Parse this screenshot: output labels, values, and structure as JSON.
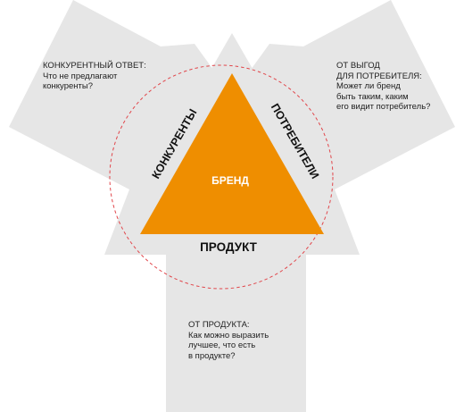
{
  "colors": {
    "arrow_fill": "#e6e6e6",
    "triangle_fill": "#ef8e00",
    "circle_stroke": "#e1464b",
    "text": "#222222",
    "brand_text": "#ffffff"
  },
  "diagram": {
    "center_label": "БРЕНД",
    "side_left_label": "КОНКУРЕНТЫ",
    "side_right_label": "ПОТРЕБИТЕЛИ",
    "side_bottom_label": "ПРОДУКТ"
  },
  "notes": {
    "competitor": {
      "lines": [
        "КОНКУРЕНТНЫЙ ОТВЕТ:",
        "Что не предлагают",
        "конкуренты?"
      ]
    },
    "consumer": {
      "lines": [
        "ОТ ВЫГОД",
        "ДЛЯ ПОТРЕБИТЕЛЯ:",
        "Может ли бренд",
        "быть таким, каким",
        "его видит потребитель?"
      ]
    },
    "product": {
      "lines": [
        "ОТ ПРОДУКТА:",
        "Как можно выразить",
        "лучшее, что есть",
        "в продукте?"
      ]
    }
  }
}
